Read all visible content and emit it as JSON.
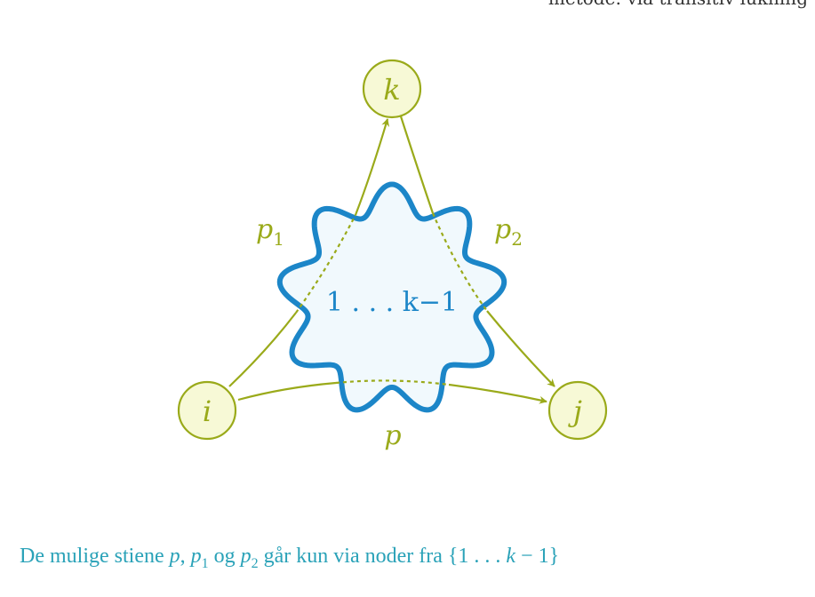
{
  "header": {
    "cut_text": "metode: via transitiv lukning"
  },
  "diagram": {
    "region_label": "1 . . . k−1",
    "nodes": {
      "i": "i",
      "j": "j",
      "k": "k"
    },
    "edges": {
      "p": "p",
      "p1_base": "p",
      "p1_sub": "1",
      "p2_base": "p",
      "p2_sub": "2"
    },
    "colors": {
      "accent_green": "#9aaa1a",
      "node_fill": "#f7f9d6",
      "region_stroke": "#1c86c8",
      "region_fill": "#f1f9fd",
      "caption": "#2aa2b8"
    }
  },
  "caption": {
    "part1": "De mulige stiene ",
    "p": "p",
    "comma": ", ",
    "p1_base": "p",
    "p1_sub": "1",
    "og": " og ",
    "p2_base": "p",
    "p2_sub": "2",
    "part2": " går kun via noder fra {1 . . . ",
    "k": "k",
    "part3": " − 1}"
  }
}
